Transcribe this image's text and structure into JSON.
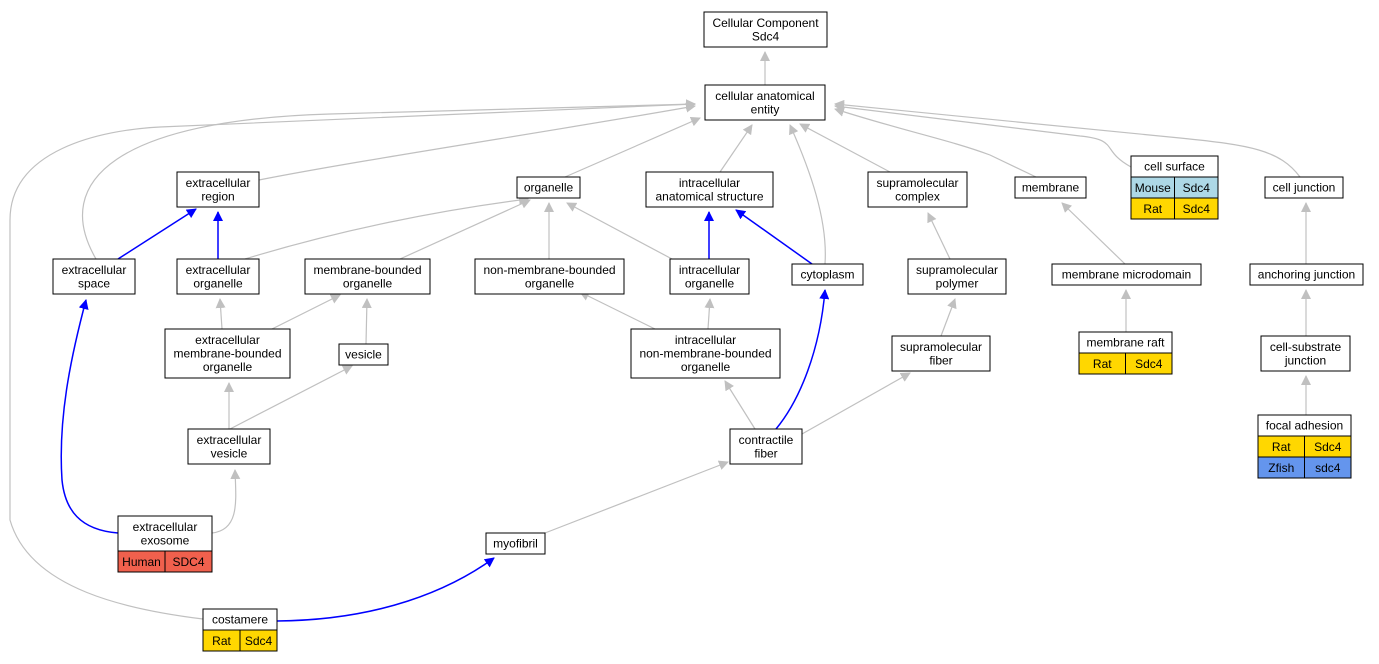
{
  "colors": {
    "human": "#f0604d",
    "mouse": "#add8e6",
    "rat": "#ffd700",
    "zfish": "#6495ed",
    "edge_is_a": "#c0c0c0",
    "edge_part_of": "#0000ff"
  },
  "nodes": [
    {
      "id": "root",
      "lines": [
        "Cellular Component",
        "Sdc4"
      ]
    },
    {
      "id": "cae",
      "lines": [
        "cellular anatomical",
        "entity"
      ]
    },
    {
      "id": "er",
      "lines": [
        "extracellular",
        "region"
      ]
    },
    {
      "id": "org",
      "lines": [
        "organelle"
      ]
    },
    {
      "id": "ias",
      "lines": [
        "intracellular",
        "anatomical structure"
      ]
    },
    {
      "id": "smc",
      "lines": [
        "supramolecular",
        "complex"
      ]
    },
    {
      "id": "mem",
      "lines": [
        "membrane"
      ]
    },
    {
      "id": "csurf",
      "lines": [
        "cell surface"
      ],
      "species": [
        {
          "name": "Mouse",
          "gene": "Sdc4",
          "color": "mouse"
        },
        {
          "name": "Rat",
          "gene": "Sdc4",
          "color": "rat"
        }
      ]
    },
    {
      "id": "cj",
      "lines": [
        "cell junction"
      ]
    },
    {
      "id": "es",
      "lines": [
        "extracellular",
        "space"
      ]
    },
    {
      "id": "eo",
      "lines": [
        "extracellular",
        "organelle"
      ]
    },
    {
      "id": "mbo",
      "lines": [
        "membrane-bounded",
        "organelle"
      ]
    },
    {
      "id": "nmbo",
      "lines": [
        "non-membrane-bounded",
        "organelle"
      ]
    },
    {
      "id": "io",
      "lines": [
        "intracellular",
        "organelle"
      ]
    },
    {
      "id": "cyto",
      "lines": [
        "cytoplasm"
      ]
    },
    {
      "id": "smp",
      "lines": [
        "supramolecular",
        "polymer"
      ]
    },
    {
      "id": "mmd",
      "lines": [
        "membrane microdomain"
      ]
    },
    {
      "id": "aj",
      "lines": [
        "anchoring junction"
      ]
    },
    {
      "id": "embo",
      "lines": [
        "extracellular",
        "membrane-bounded",
        "organelle"
      ]
    },
    {
      "id": "ves",
      "lines": [
        "vesicle"
      ]
    },
    {
      "id": "inmbo",
      "lines": [
        "intracellular",
        "non-membrane-bounded",
        "organelle"
      ]
    },
    {
      "id": "smf",
      "lines": [
        "supramolecular",
        "fiber"
      ]
    },
    {
      "id": "mraft",
      "lines": [
        "membrane raft"
      ],
      "species": [
        {
          "name": "Rat",
          "gene": "Sdc4",
          "color": "rat"
        }
      ]
    },
    {
      "id": "csj",
      "lines": [
        "cell-substrate",
        "junction"
      ]
    },
    {
      "id": "ev",
      "lines": [
        "extracellular",
        "vesicle"
      ]
    },
    {
      "id": "cf",
      "lines": [
        "contractile",
        "fiber"
      ]
    },
    {
      "id": "fa",
      "lines": [
        "focal adhesion"
      ],
      "species": [
        {
          "name": "Rat",
          "gene": "Sdc4",
          "color": "rat"
        },
        {
          "name": "Zfish",
          "gene": "sdc4",
          "color": "zfish"
        }
      ]
    },
    {
      "id": "exo",
      "lines": [
        "extracellular",
        "exosome"
      ],
      "species": [
        {
          "name": "Human",
          "gene": "SDC4",
          "color": "human"
        }
      ]
    },
    {
      "id": "myo",
      "lines": [
        "myofibril"
      ]
    },
    {
      "id": "cost",
      "lines": [
        "costamere"
      ],
      "species": [
        {
          "name": "Rat",
          "gene": "Sdc4",
          "color": "rat"
        }
      ]
    }
  ],
  "edges": [
    {
      "from": "cae",
      "to": "root",
      "type": "is_a"
    },
    {
      "from": "er",
      "to": "cae",
      "type": "is_a"
    },
    {
      "from": "org",
      "to": "cae",
      "type": "is_a"
    },
    {
      "from": "ias",
      "to": "cae",
      "type": "is_a"
    },
    {
      "from": "smc",
      "to": "cae",
      "type": "is_a"
    },
    {
      "from": "mem",
      "to": "cae",
      "type": "is_a"
    },
    {
      "from": "csurf",
      "to": "cae",
      "type": "is_a"
    },
    {
      "from": "cj",
      "to": "cae",
      "type": "is_a"
    },
    {
      "from": "es",
      "to": "cae",
      "type": "is_a"
    },
    {
      "from": "cyto",
      "to": "cae",
      "type": "is_a"
    },
    {
      "from": "cost",
      "to": "cae",
      "type": "is_a"
    },
    {
      "from": "es",
      "to": "er",
      "type": "part_of"
    },
    {
      "from": "eo",
      "to": "er",
      "type": "part_of"
    },
    {
      "from": "eo",
      "to": "org",
      "type": "is_a"
    },
    {
      "from": "mbo",
      "to": "org",
      "type": "is_a"
    },
    {
      "from": "nmbo",
      "to": "org",
      "type": "is_a"
    },
    {
      "from": "io",
      "to": "org",
      "type": "is_a"
    },
    {
      "from": "io",
      "to": "ias",
      "type": "part_of"
    },
    {
      "from": "cyto",
      "to": "ias",
      "type": "part_of"
    },
    {
      "from": "smp",
      "to": "smc",
      "type": "is_a"
    },
    {
      "from": "mmd",
      "to": "mem",
      "type": "is_a"
    },
    {
      "from": "aj",
      "to": "cj",
      "type": "is_a"
    },
    {
      "from": "embo",
      "to": "eo",
      "type": "is_a"
    },
    {
      "from": "embo",
      "to": "mbo",
      "type": "is_a"
    },
    {
      "from": "ves",
      "to": "mbo",
      "type": "is_a"
    },
    {
      "from": "inmbo",
      "to": "nmbo",
      "type": "is_a"
    },
    {
      "from": "inmbo",
      "to": "io",
      "type": "is_a"
    },
    {
      "from": "smf",
      "to": "smp",
      "type": "is_a"
    },
    {
      "from": "mraft",
      "to": "mmd",
      "type": "is_a"
    },
    {
      "from": "csj",
      "to": "aj",
      "type": "is_a"
    },
    {
      "from": "ev",
      "to": "embo",
      "type": "is_a"
    },
    {
      "from": "ev",
      "to": "ves",
      "type": "is_a"
    },
    {
      "from": "cf",
      "to": "inmbo",
      "type": "is_a"
    },
    {
      "from": "cf",
      "to": "smf",
      "type": "is_a"
    },
    {
      "from": "cf",
      "to": "cyto",
      "type": "part_of"
    },
    {
      "from": "fa",
      "to": "csj",
      "type": "is_a"
    },
    {
      "from": "exo",
      "to": "ev",
      "type": "is_a"
    },
    {
      "from": "exo",
      "to": "es",
      "type": "part_of"
    },
    {
      "from": "myo",
      "to": "cf",
      "type": "is_a"
    },
    {
      "from": "cost",
      "to": "myo",
      "type": "part_of"
    }
  ]
}
